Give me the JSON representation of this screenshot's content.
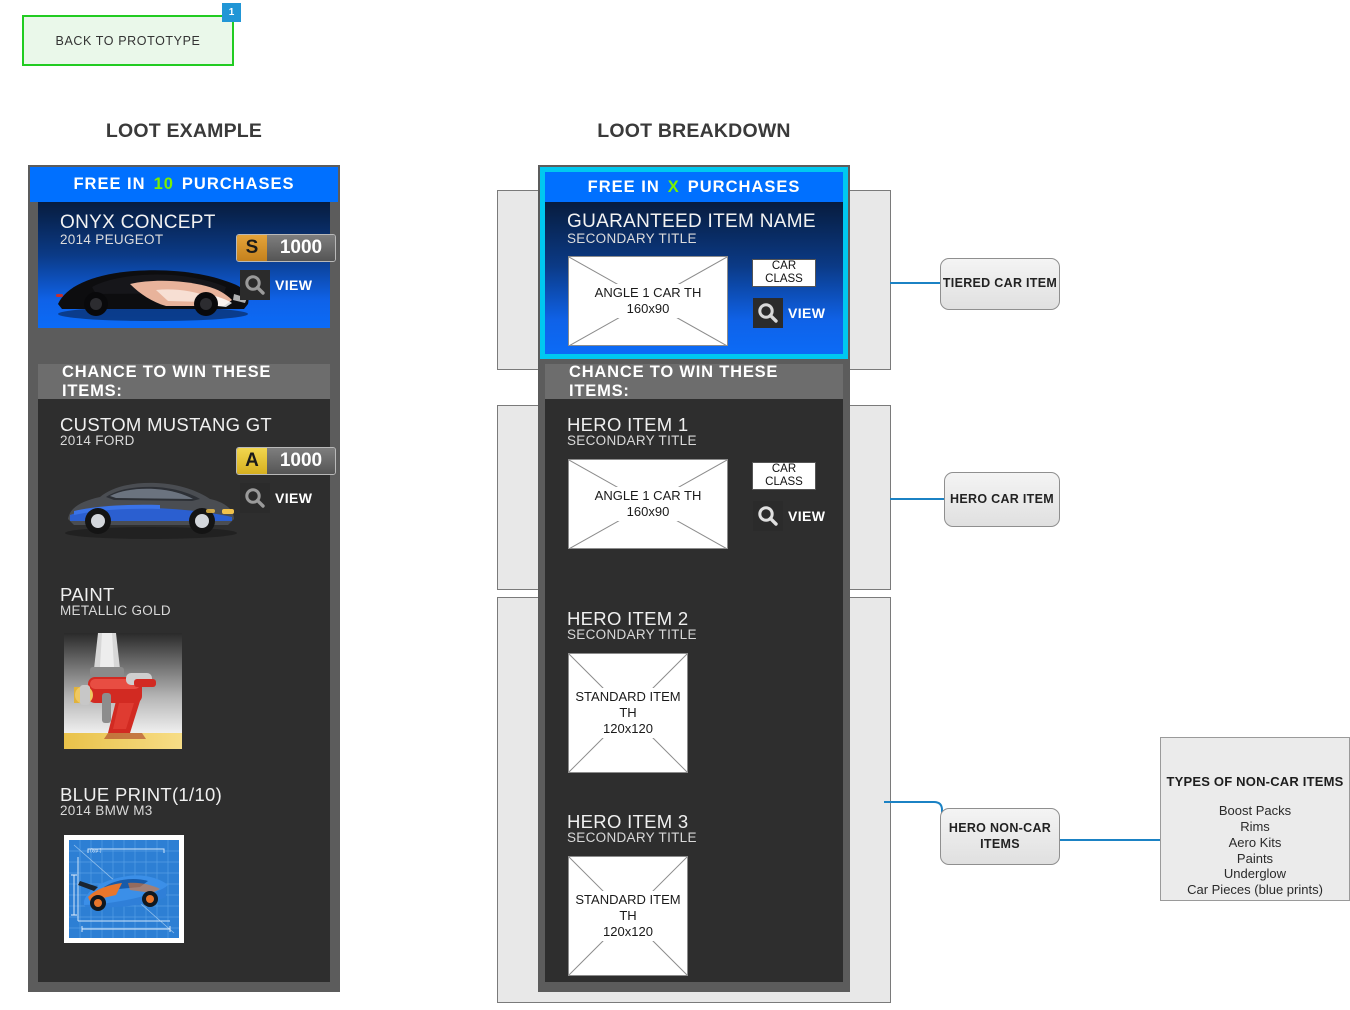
{
  "nav": {
    "back_label": "BACK TO PROTOTYPE",
    "back_badge": "1"
  },
  "sections": {
    "left_title": "LOOT EXAMPLE",
    "right_title": "LOOT BREAKDOWN"
  },
  "loot_example": {
    "banner": {
      "prefix": "FREE IN",
      "count": "10",
      "suffix": "PURCHASES"
    },
    "hero": {
      "title": "ONYX CONCEPT",
      "subtitle": "2014 PEUGEOT",
      "grade": "S",
      "price": "1000",
      "view_label": "VIEW",
      "image_name": "onyx-concept-car-photo"
    },
    "subhead": "CHANCE TO WIN THESE ITEMS:",
    "items": [
      {
        "title": "CUSTOM MUSTANG GT",
        "subtitle": "2014 FORD",
        "grade": "A",
        "price": "1000",
        "view_label": "VIEW",
        "image_name": "custom-mustang-gt-photo"
      },
      {
        "title": "PAINT",
        "subtitle": "METALLIC GOLD",
        "image_name": "paint-spray-gun-photo"
      },
      {
        "title": "BLUE PRINT(1/10)",
        "subtitle": "2014 BMW M3",
        "image_name": "blueprint-car-photo"
      }
    ]
  },
  "loot_breakdown": {
    "banner": {
      "prefix": "FREE IN",
      "count": "X",
      "suffix": "PURCHASES"
    },
    "hero": {
      "title": "GUARANTEED ITEM NAME",
      "subtitle": "SECONDARY TITLE",
      "thumb": "ANGLE 1 CAR TH\n160x90",
      "thumb_line1": "ANGLE 1 CAR TH",
      "thumb_line2": "160x90",
      "car_class_line1": "CAR",
      "car_class_line2": "CLASS",
      "view_label": "VIEW"
    },
    "subhead": "CHANCE TO WIN THESE ITEMS:",
    "items": [
      {
        "title": "HERO ITEM 1",
        "subtitle": "SECONDARY TITLE",
        "thumb_line1": "ANGLE 1 CAR TH",
        "thumb_line2": "160x90",
        "car_class_line1": "CAR",
        "car_class_line2": "CLASS",
        "view_label": "VIEW"
      },
      {
        "title": "HERO ITEM 2",
        "subtitle": "SECONDARY TITLE",
        "thumb_line1": "STANDARD ITEM",
        "thumb_line2": "TH",
        "thumb_line3": "120x120"
      },
      {
        "title": "HERO ITEM 3",
        "subtitle": "SECONDARY TITLE",
        "thumb_line1": "STANDARD ITEM",
        "thumb_line2": "TH",
        "thumb_line3": "120x120"
      }
    ]
  },
  "callouts": {
    "tiered_car_item": "TIERED CAR ITEM",
    "hero_car_item": "HERO CAR ITEM",
    "hero_non_car_items_line1": "HERO NON-CAR",
    "hero_non_car_items_line2": "ITEMS"
  },
  "legend": {
    "title": "TYPES OF NON-CAR ITEMS",
    "items": [
      "Boost Packs",
      "Rims",
      "Aero Kits",
      "Paints",
      "Underglow",
      "Car Pieces (blue prints)"
    ]
  },
  "colors": {
    "banner_blue": "#0070ff",
    "highlight_green": "#7bf000",
    "callout_connector": "#1b82c4",
    "focus_cyan": "#00c8f0",
    "back_button_border": "#22cc22",
    "badge_blue": "#2196d6"
  }
}
